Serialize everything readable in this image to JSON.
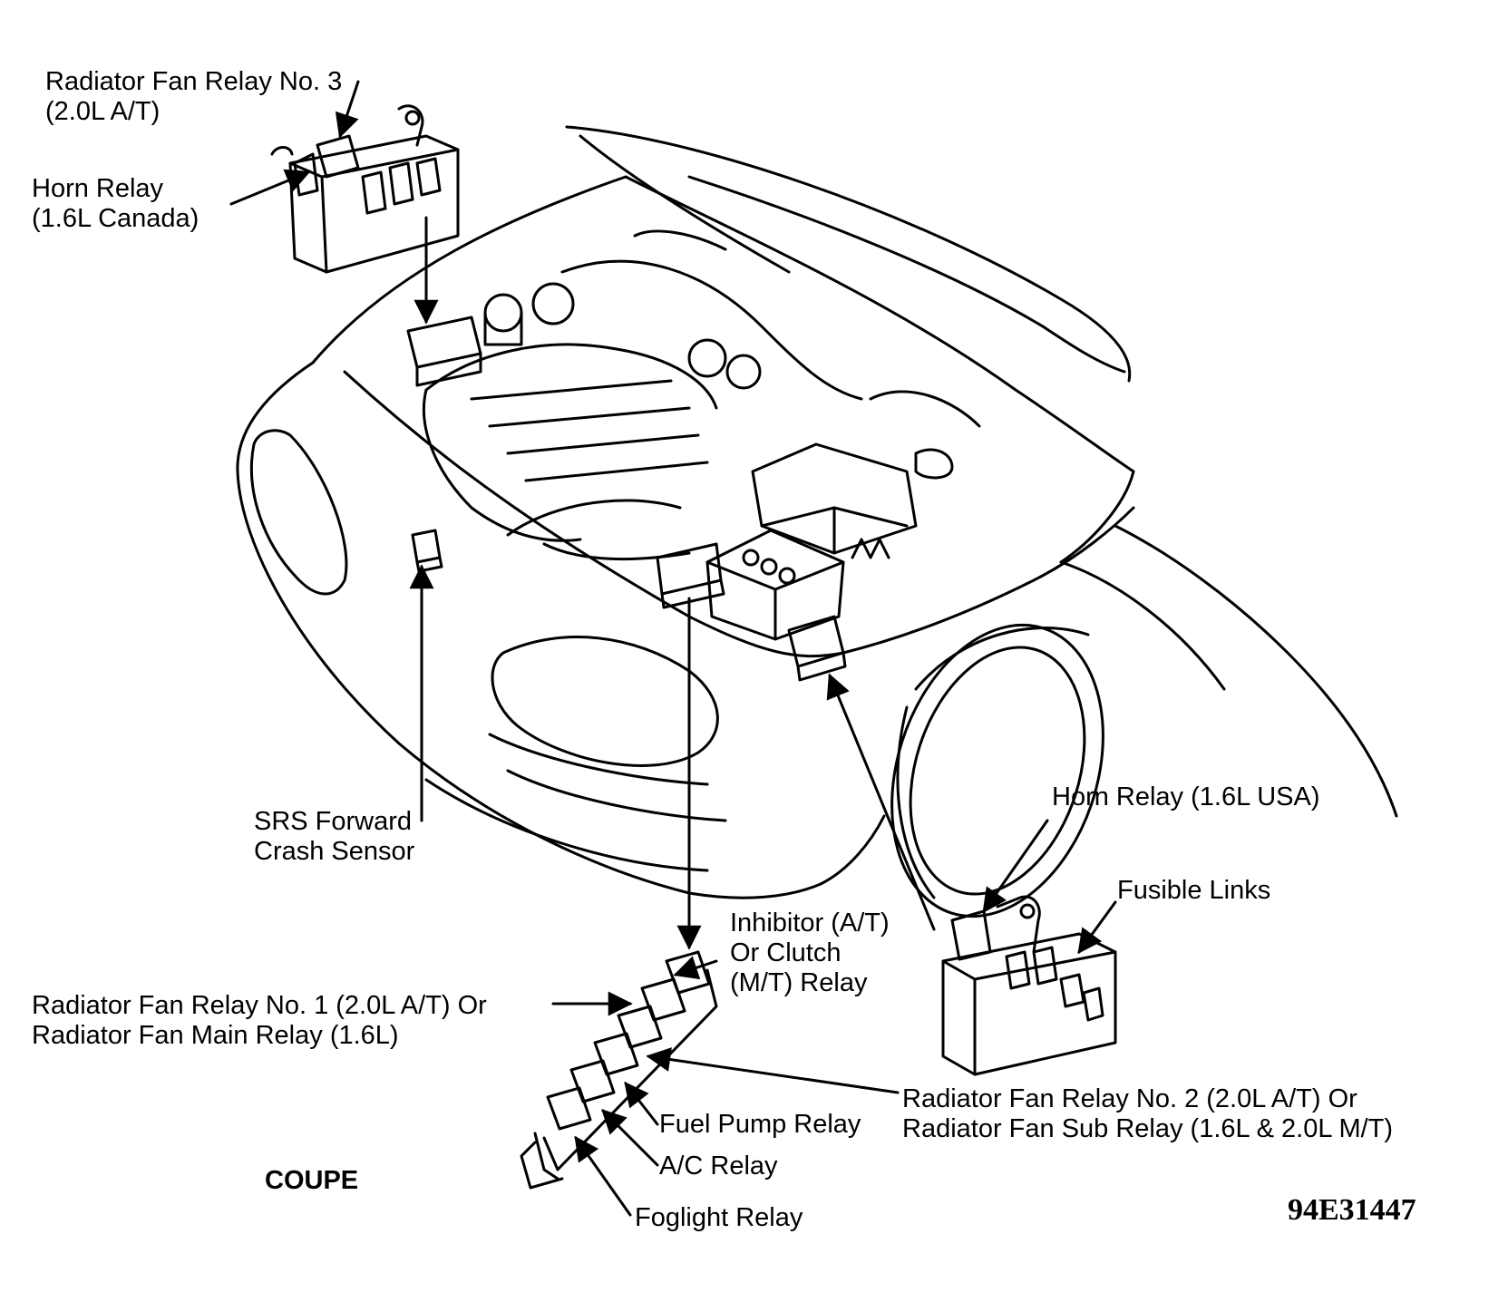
{
  "labels": {
    "fan_relay_3": {
      "line1": "Radiator Fan Relay No. 3",
      "line2": "(2.0L A/T)"
    },
    "horn_relay_canada": {
      "line1": "Horn Relay",
      "line2": "(1.6L Canada)"
    },
    "srs_sensor": {
      "line1": "SRS Forward",
      "line2": "Crash Sensor"
    },
    "horn_relay_usa": "Horn Relay (1.6L USA)",
    "fusible_links": "Fusible Links",
    "inhibitor_relay": {
      "line1": "Inhibitor (A/T)",
      "line2": "Or Clutch",
      "line3": "(M/T) Relay"
    },
    "fan_relay_1": {
      "line1": "Radiator Fan Relay No. 1 (2.0L A/T) Or",
      "line2": "Radiator Fan Main Relay (1.6L)"
    },
    "fan_relay_2": {
      "line1": "Radiator Fan Relay No. 2 (2.0L A/T) Or",
      "line2": "Radiator Fan Sub Relay (1.6L & 2.0L M/T)"
    },
    "fuel_pump_relay": "Fuel Pump Relay",
    "ac_relay": "A/C Relay",
    "foglight_relay": "Foglight Relay"
  },
  "body_style": "COUPE",
  "figure_id": "94E31447"
}
